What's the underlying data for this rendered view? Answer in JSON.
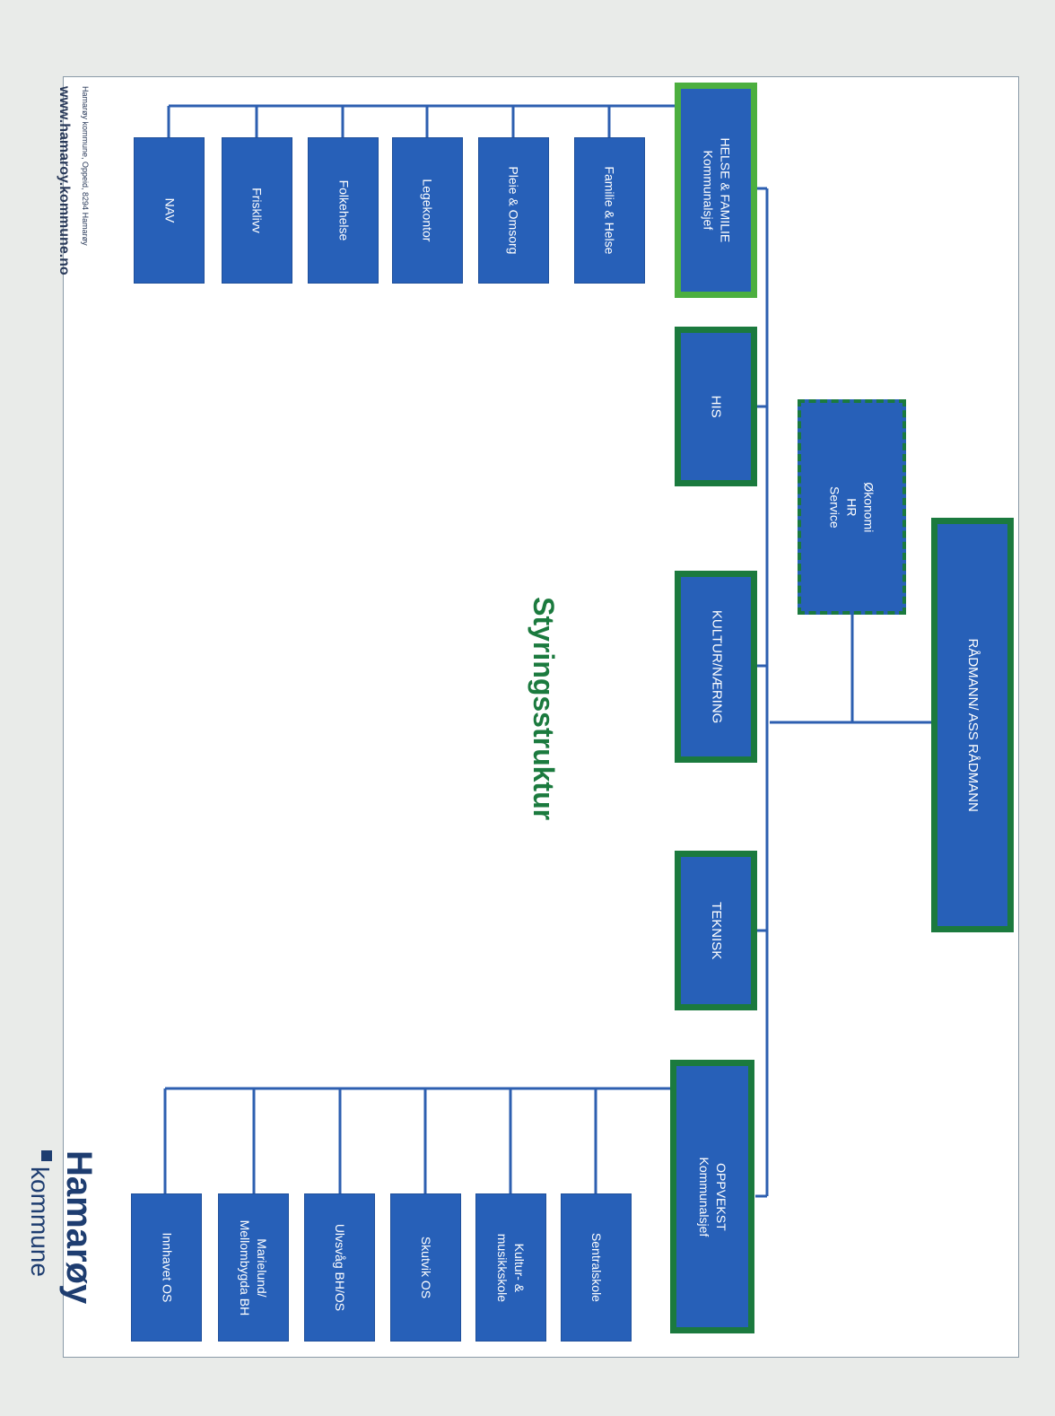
{
  "title": "Styringsstruktur",
  "top": {
    "label": "RÅDMANN/ ASS RÅDMANN"
  },
  "staff": {
    "lines": [
      "Økonomi",
      "HR",
      "Service"
    ]
  },
  "units": {
    "helse_familie": {
      "lines": [
        "HELSE & FAMILIE",
        "Kommunalsjef"
      ]
    },
    "his": {
      "label": "HIS"
    },
    "kultur_naering": {
      "label": "KULTUR/NÆRING"
    },
    "teknisk": {
      "label": "TEKNISK"
    },
    "oppvekst": {
      "lines": [
        "OPPVEKST",
        "Kommunalsjef"
      ]
    }
  },
  "helse_sub": [
    "Familie & Helse",
    "Pleie  & Omsorg",
    "Legekontor",
    "Folkehelse",
    "Frisklivv",
    "NAV"
  ],
  "oppvekst_sub": [
    [
      "Sentralskole"
    ],
    [
      "Kultur- &",
      "musikkskole"
    ],
    [
      "Skutvik OS"
    ],
    [
      "Ulvsvåg BH/OS"
    ],
    [
      "Marielund/",
      "Mellombygda BH"
    ],
    [
      "Innhavet OS"
    ]
  ],
  "footer": {
    "address": "Hamarøy kommune, Oppeid, 8294 Hamarøy",
    "website": "www.hamaroy.kommune.no"
  },
  "logo": {
    "name": "Hamarøy",
    "sub": "kommune"
  },
  "colors": {
    "box_blue": "#2760b8",
    "border_green": "#1b7a3e",
    "light_green": "#4caf3f",
    "line_blue": "#2d5fb0"
  }
}
